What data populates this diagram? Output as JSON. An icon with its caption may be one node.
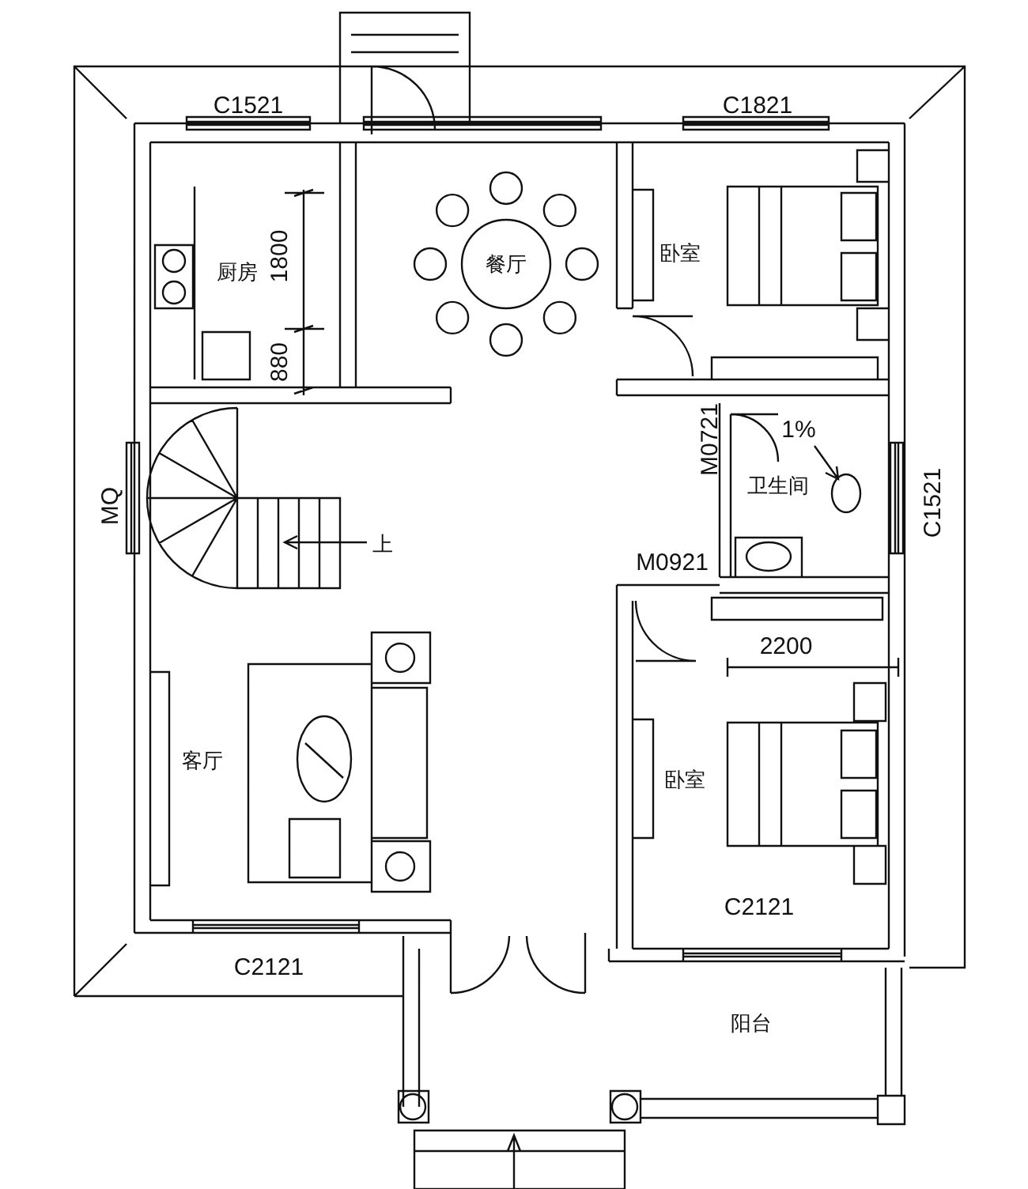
{
  "diagram": {
    "labels": [
      "C1521",
      "C1821",
      "厨房",
      "1800",
      "餐厅",
      "卧室",
      "880",
      "M0721",
      "1%",
      "MQ",
      "卫生间",
      "C1521",
      "上",
      "M0921",
      "2200",
      "客厅",
      "卧室",
      "C2121",
      "C2121",
      "阳台"
    ]
  }
}
